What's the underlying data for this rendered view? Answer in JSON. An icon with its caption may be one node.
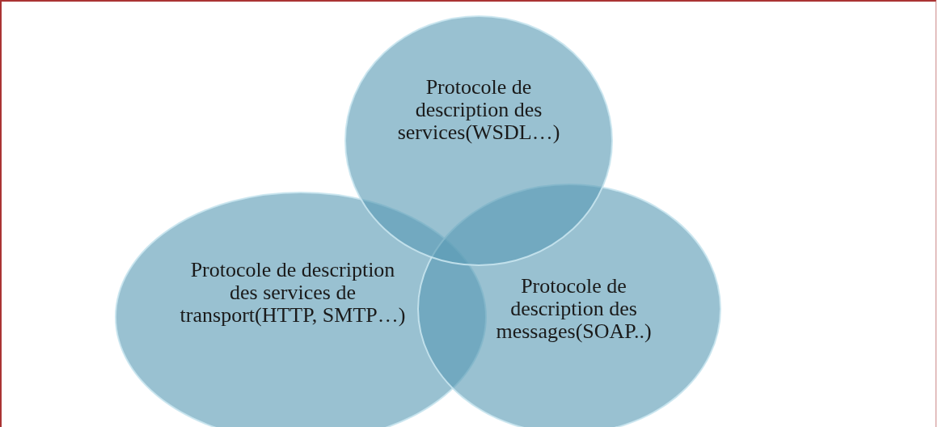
{
  "diagram": {
    "nodes": [
      {
        "text": [
          "Protocole de description des services(WSDL…)"
        ]
      },
      {
        "text": [
          "Protocole de description des services de transport(HTTP, SMTP…)"
        ]
      },
      {
        "text": [
          "Protocole de description des messages(SOAP..)"
        ]
      }
    ]
  }
}
